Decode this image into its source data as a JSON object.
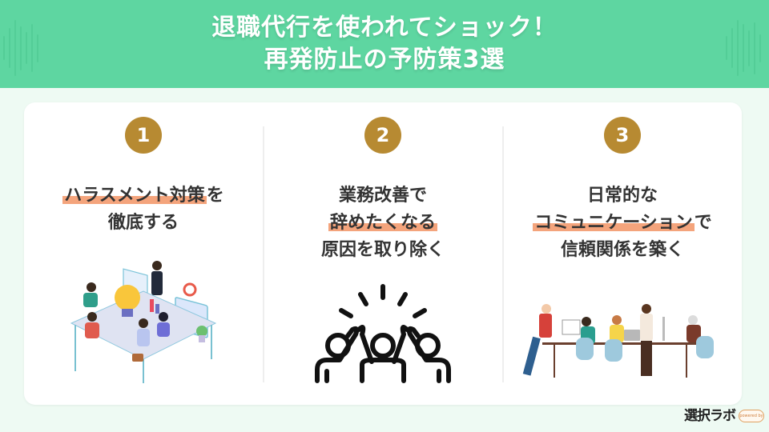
{
  "header": {
    "title_line1": "退職代行を使われてショック！",
    "title_line2": "再発防止の予防策3選",
    "background_color": "#5ed6a1"
  },
  "items": [
    {
      "number": "1",
      "text_before": "",
      "highlight": "ハラスメント対策",
      "text_after_line1": "を",
      "line2": "徹底する",
      "illustration": "office-team-meeting-illustration"
    },
    {
      "number": "2",
      "line1": "業務改善で",
      "highlight": "辞めたくなる",
      "line3": "原因を取り除く",
      "illustration": "high-five-team-icon"
    },
    {
      "number": "3",
      "line1": "日常的な",
      "highlight": "コミュニケーション",
      "highlight_after": "で",
      "line3": "信頼関係を築く",
      "illustration": "coworkers-at-desk-illustration"
    }
  ],
  "colors": {
    "number_badge": "#b78a32",
    "highlight": "#f4a47c",
    "page_background": "#eefaf3"
  },
  "footer": {
    "logo": "選択ラボ",
    "badge": "powered by"
  }
}
